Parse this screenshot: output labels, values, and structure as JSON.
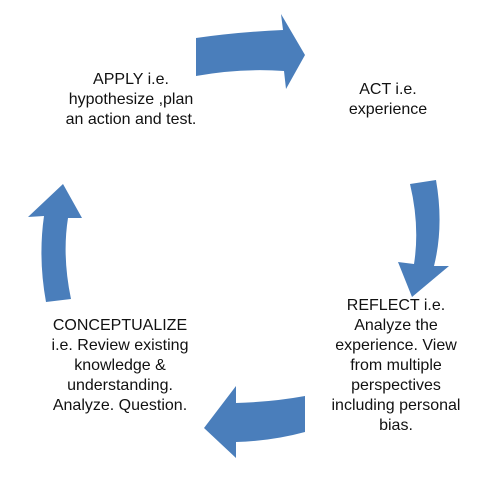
{
  "diagram": {
    "arrow_color": "#4a7ebb",
    "stages": {
      "apply": "APPLY i.e.\nhypothesize ,plan\nan action and test.",
      "act": "ACT i.e.\nexperience",
      "reflect": "REFLECT i.e.\nAnalyze the\nexperience. View\nfrom multiple\nperspectives\nincluding personal\nbias.",
      "conceptualize": "CONCEPTUALIZE\ni.e. Review existing\nknowledge &\nunderstanding.\nAnalyze. Question."
    }
  }
}
